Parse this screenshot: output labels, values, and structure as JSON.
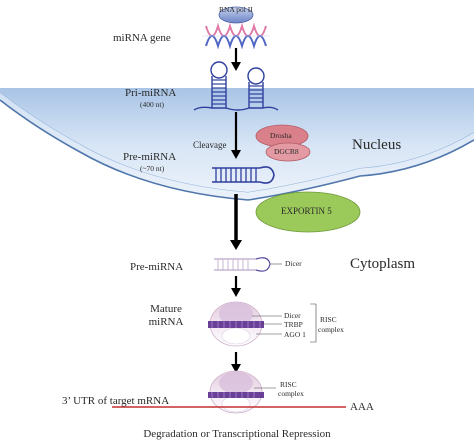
{
  "labels": {
    "rna_pol": "RNA pol II",
    "mirna_gene": "miRNA gene",
    "pri_mirna": "Pri-miRNA",
    "pri_len": "(400 nt)",
    "cleavage": "Cleavage",
    "drosha": "Drosha",
    "dgcr8": "DGCR8",
    "nucleus": "Nucleus",
    "pre_mirna_nuc": "Pre-miRNA",
    "pre_len": "(~70 nt)",
    "exportin": "EXPORTIN 5",
    "pre_mirna_cyto": "Pre-miRNA",
    "dicer": "Dicer",
    "cytoplasm": "Cytoplasm",
    "mature_line1": "Mature",
    "mature_line2": "miRNA",
    "dicer2": "Dicer",
    "trbp": "TRBP",
    "ago": "AGO 1",
    "risc1_line1": "RISC",
    "risc1_line2": "complex",
    "risc2_line1": "RISC",
    "risc2_line2": "complex",
    "utr": "3’ UTR of target mRNA",
    "aaa": "AAA",
    "outcome": "Degradation or Transcriptional Repression"
  },
  "colors": {
    "nucleus_fill": "#cfe0f3",
    "nucleus_edge": "#5f86b8",
    "rna_blue": "#2f3f9e",
    "dna_pink": "#e7a4c6",
    "drosha": "#d9808a",
    "exportin": "#9bc95a",
    "mrna_red": "#c33030",
    "risc_top": "#d9bcd7",
    "risc_bottom": "#eef0f8",
    "mirna_purple": "#6a3f97",
    "arrow": "#000000"
  }
}
